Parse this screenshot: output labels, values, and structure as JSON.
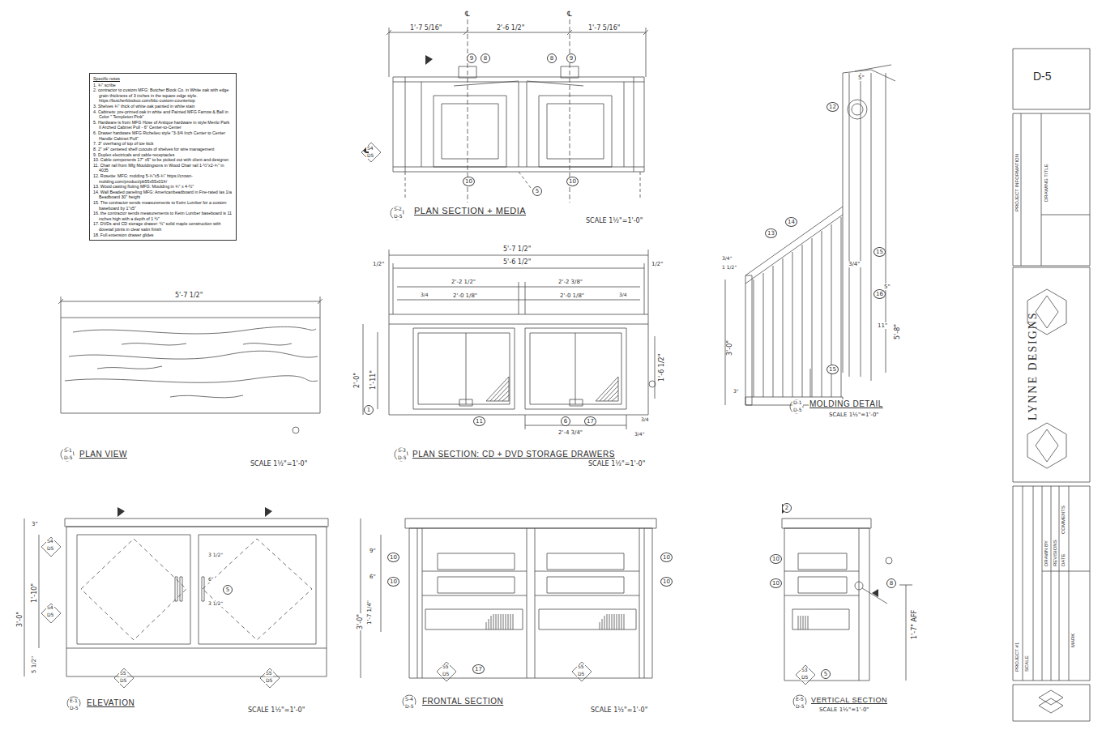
{
  "diagram": {
    "nodes": [
      {
        "text": [
          "Specific notes",
          "1. ¾\" scribe",
          "2. contractor to custom MFG: Butcher Block Co. in White oak with edge grain thickness of 3 inches in the square edge style. https://butcherblockco.com/bbc-custom-countertop",
          "3. Shelves ¾\" thick of white oak painted in white stain",
          "4. Cabinets: pre-primed oak in white and Painted MFG Farrow & Ball in Color \" Templeton Pink\"",
          "5. Hardware is from MFG Hose of Antique hardware in style Menlo Park II Arched Cabinet Pull - 6\" Center-to-Center",
          "6. Drawer hardware MFG Richelieu style \"3-3/4 Inch Center to Center Handle Cabinet Pull\"",
          "7. 3\" overhang of top of toe kick",
          "8. 2\" x4\" centered shelf cutouts of shelves for wire management",
          "9. Duplex electricals and cable receptacles",
          "10. Cable components 17\" x5\" to be picked out with client and designer.",
          "11. Chair rail from Mfg Mouldingsons in Wood Chair rail 1-½\"x2-¾\" in 4035",
          "12. Rosette: MFG: molding 5-¾\"x5-¾\" https://crown-molding.com/product/pb55x55x01fr/",
          "13. Wood casting fluting MFG: Moulding in ¾\" x 4-½\"",
          "14. Wall Beaded paneling MFG: Americanbeadboard in Fire-rated las 1/a Beadboard 30\" height",
          "15. The contractor sends measurements to Keim Lumber for a custom baseboard by 1\"x5\"",
          "16. the contractor sends measurements to Keim Lumber baseboard is 11 inches high with a depth of 1 ½\"",
          "17. DVDs and CD storage drawer: ½\" solid maple construction with dovetail joints in clear satin finish",
          "18. Full extension drawer glides"
        ]
      }
    ],
    "labels": [
      "1'-7 5/16\"",
      "2'-6 1/2\"",
      "1'-7 5/16\"",
      "℄",
      "℄",
      "9",
      "8",
      "8",
      "9",
      "10",
      "10",
      "5",
      "S4",
      "D5",
      "S-2",
      "D-5",
      "PLAN SECTION + MEDIA",
      "SCALE 1½\"=1'-0\"",
      "5'-7 1/2\"",
      "S-1",
      "D-5",
      "PLAN VIEW",
      "SCALE 1½\"=1'-0\"",
      "5'-7 1/2\"",
      "5'-6 1/2\"",
      "1/2\"",
      "1/2\"",
      "2'-2 1/2\"",
      "2'-2 3/8\"",
      "2'-0 1/8\"",
      "2'-0 1/8\"",
      "3/4",
      "3/4",
      "2'-0\"",
      "1'-11\"",
      "1'-6 1/2\"",
      "2'-4 3/4\"",
      "3/4",
      "3/4\"",
      "S-3",
      "D-5",
      "PLAN SECTION: CD + DVD STORAGE DRAWERS",
      "SCALE 1½\"=1'-0\"",
      "11",
      "6",
      "17",
      "1",
      "5'-8\"",
      "3'-0\"",
      "5\"",
      "5\"",
      "3/4\"",
      "11\"",
      "12",
      "14",
      "13",
      "15",
      "16",
      "15",
      "3/4\"",
      "1 1/2\"",
      "3\"",
      "D-1",
      "D-5",
      "MOLDING DETAIL",
      "SCALE 1½\"=1'-0\"",
      "3'-0\"",
      "1'-10\"",
      "5 1/2\"",
      "3\"",
      "S4",
      "D5",
      "S4",
      "D5",
      "5",
      "3 1/2\"",
      "6\"",
      "3 1/2\"",
      "S5",
      "D5",
      "S5",
      "D5",
      "E-1",
      "D-5",
      "ELEVATION",
      "SCALE 1½\"=1'-0\"",
      "3'-0\"",
      "9\"",
      "6\"",
      "1'-7 1/4\"",
      "10",
      "10",
      "10",
      "10",
      "17",
      "S5",
      "D5",
      "S5",
      "D5",
      "S-4",
      "D-5",
      "FRONTAL SECTION",
      "SCALE 1½\"=1'-0\"",
      "2",
      "10",
      "10",
      "8",
      "1'-7\" AFF",
      "5",
      "S3",
      "D5",
      "E-5",
      "D-5",
      "VERTICAL SECTION",
      "SCALE 1½\"=1'-0\"",
      "D-5",
      "PROJECT INFORMATION",
      "DRAWING TITLE",
      "LYNNE DESIGNS",
      "DRAWN BY",
      "REVISIONS",
      "DATE",
      "COMMENTS",
      "MARK",
      "PROJECT #1",
      "SCALE"
    ]
  }
}
